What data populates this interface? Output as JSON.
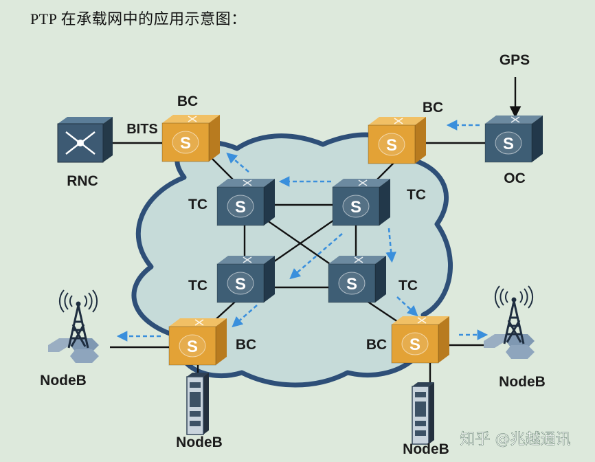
{
  "title": "PTP 在承载网中的应用示意图：",
  "colors": {
    "background": "#dde9dc",
    "cloud_fill": "#c6dbd9",
    "cloud_stroke": "#2e4f78",
    "bc_switch": "#e3a236",
    "tc_switch": "#3e5e75",
    "arrow": "#3a8fdc"
  },
  "labels": {
    "gps": "GPS",
    "bc_top_left": "BC",
    "bc_top_right": "BC",
    "bits": "BITS",
    "rnc": "RNC",
    "oc": "OC",
    "tc_top_left": "TC",
    "tc_top_right": "TC",
    "tc_bottom_left": "TC",
    "tc_bottom_right": "TC",
    "bc_bottom_left": "BC",
    "bc_bottom_right": "BC",
    "nodeb_left": "NodeB",
    "nodeb_bottom_left": "NodeB",
    "nodeb_right": "NodeB",
    "nodeb_bottom_right": "NodeB"
  },
  "switch_glyph": "S",
  "icons": {
    "bc": "bc-switch-icon",
    "tc": "tc-switch-icon",
    "oc": "oc-switch-icon",
    "rnc": "rnc-router-icon",
    "tower": "radio-tower-icon",
    "server": "server-icon"
  },
  "watermark": "知乎 @兆越通讯"
}
